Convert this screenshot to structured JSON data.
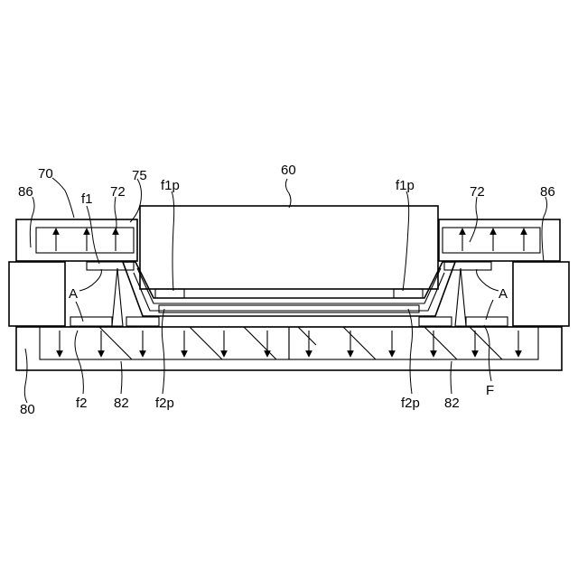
{
  "figure": {
    "labels": {
      "chip": "60",
      "upper_mold": "70",
      "upper_mold_plate": "86",
      "upper_mold_plate_right": "86",
      "upper_cavity_left": "72",
      "upper_cavity_right": "72",
      "film_layer": "75",
      "film_f1": "f1",
      "film_f1p_left": "f1p",
      "film_f1p_right": "f1p",
      "gap_a_left": "A",
      "gap_a_right": "A",
      "lower_mold": "80",
      "film_f2": "f2",
      "lower_cavity_left": "82",
      "film_f2p_left": "f2p",
      "film_f2p_right": "f2p",
      "lower_cavity_right": "82",
      "film_F": "F"
    },
    "arrows": {
      "upper_direction": "up",
      "lower_direction": "down"
    }
  }
}
